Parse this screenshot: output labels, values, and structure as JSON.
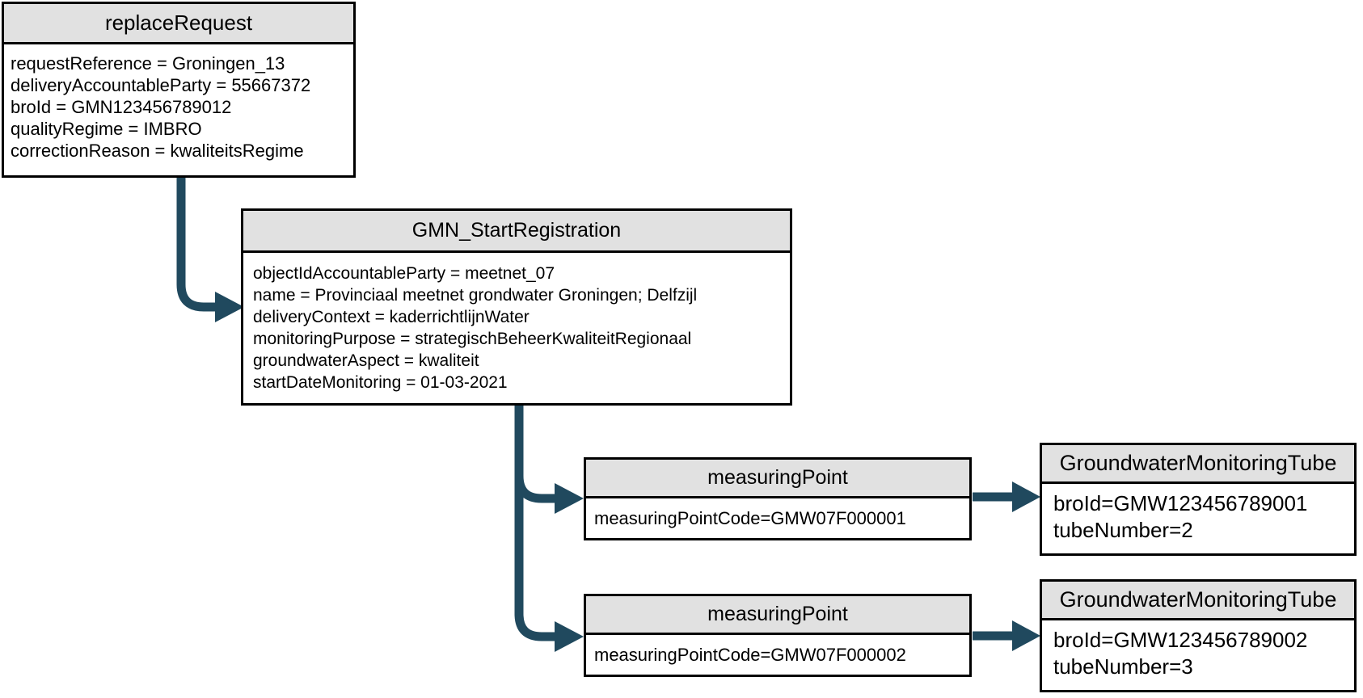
{
  "colors": {
    "arrow": "#20495E",
    "node_header_fill": "#E1E1E1",
    "node_border": "#000000",
    "background": "#FFFFFF",
    "text": "#000000"
  },
  "nodes": {
    "replace_request": {
      "title": "replaceRequest",
      "attrs": [
        "requestReference = Groningen_13",
        "deliveryAccountableParty = 55667372",
        "broId = GMN123456789012",
        "qualityRegime = IMBRO",
        "correctionReason = kwaliteitsRegime"
      ]
    },
    "gmn_start_registration": {
      "title": "GMN_StartRegistration",
      "attrs": [
        "objectIdAccountableParty = meetnet_07",
        "name = Provinciaal meetnet grondwater Groningen; Delfzijl",
        "deliveryContext = kaderrichtlijnWater",
        "monitoringPurpose = strategischBeheerKwaliteitRegionaal",
        "groundwaterAspect = kwaliteit",
        "startDateMonitoring = 01-03-2021"
      ]
    },
    "measuring_point_1": {
      "title": "measuringPoint",
      "attrs": [
        "measuringPointCode=GMW07F000001"
      ]
    },
    "groundwater_monitoring_tube_1": {
      "title": "GroundwaterMonitoringTube",
      "attrs": [
        "broId=GMW123456789001",
        "tubeNumber=2"
      ]
    },
    "measuring_point_2": {
      "title": "measuringPoint",
      "attrs": [
        "measuringPointCode=GMW07F000002"
      ]
    },
    "groundwater_monitoring_tube_2": {
      "title": "GroundwaterMonitoringTube",
      "attrs": [
        "broId=GMW123456789002",
        "tubeNumber=3"
      ]
    }
  },
  "edges": [
    {
      "from": "replaceRequest",
      "to": "GMN_StartRegistration"
    },
    {
      "from": "GMN_StartRegistration",
      "to": "measuringPoint GMW07F000001"
    },
    {
      "from": "GMN_StartRegistration",
      "to": "measuringPoint GMW07F000002"
    },
    {
      "from": "measuringPoint GMW07F000001",
      "to": "GroundwaterMonitoringTube GMW123456789001"
    },
    {
      "from": "measuringPoint GMW07F000002",
      "to": "GroundwaterMonitoringTube GMW123456789002"
    }
  ]
}
